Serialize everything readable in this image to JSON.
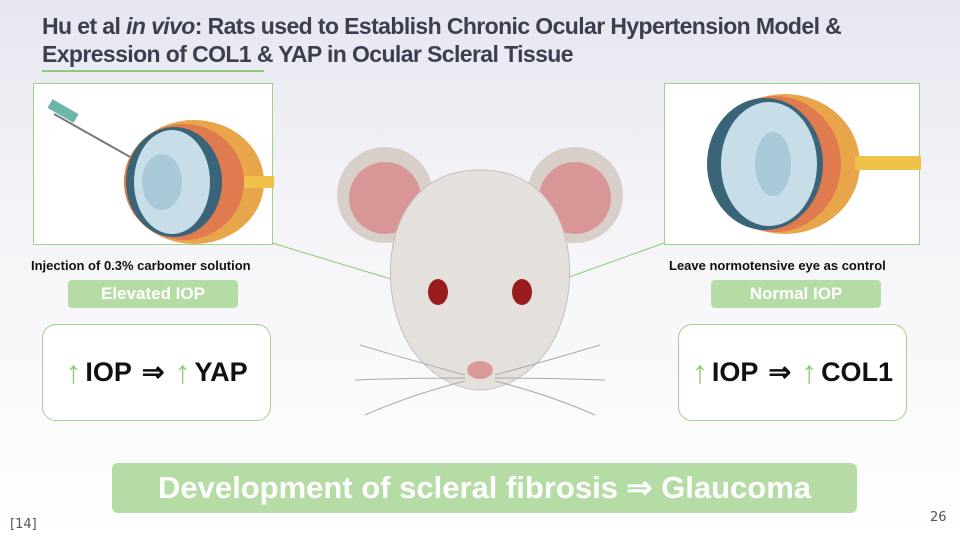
{
  "title": {
    "part1": "Hu et al ",
    "italic": "in vivo",
    "part2": ": Rats used to Establish Chronic Ocular Hypertension Model & Expression of COL1 & YAP in Ocular Scleral Tissue"
  },
  "left": {
    "caption": "Injection of 0.3% carbomer solution",
    "pill": "Elevated IOP",
    "eq": {
      "arrow": "↑",
      "a": "IOP",
      "implies": "⇒",
      "b": "YAP"
    }
  },
  "right": {
    "caption": "Leave normotensive eye as control",
    "pill": "Normal IOP",
    "eq": {
      "arrow": "↑",
      "a": "IOP",
      "implies": "⇒",
      "b": "COL1"
    }
  },
  "banner": "Development of scleral fibrosis ⇒ Glaucoma",
  "reference": "[14]",
  "page_number": "26"
}
